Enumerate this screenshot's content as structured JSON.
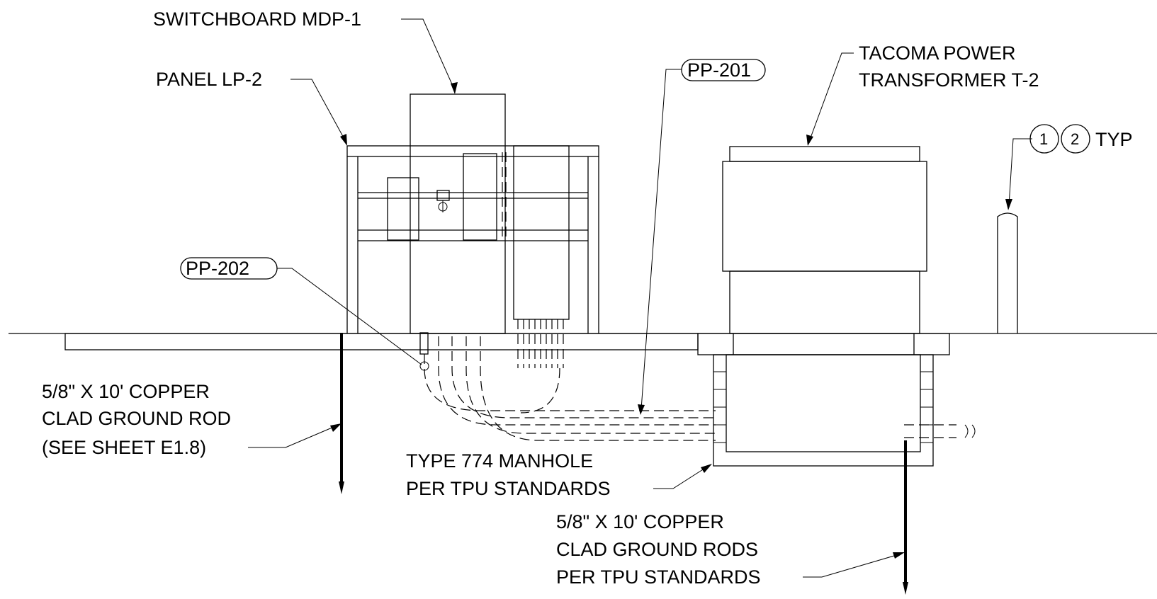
{
  "labels": {
    "switchboard": "SWITCHBOARD MDP-1",
    "panel": "PANEL LP-2",
    "pp201": "PP-201",
    "pp202": "PP-202",
    "transformer_line1": "TACOMA POWER",
    "transformer_line2": "TRANSFORMER T-2",
    "keynote_1": "1",
    "keynote_2": "2",
    "keynote_typ": "TYP",
    "rod_left_line1": "5/8\" X 10' COPPER",
    "rod_left_line2": "CLAD GROUND ROD",
    "rod_left_line3": "(SEE SHEET E1.8)",
    "manhole_line1": "TYPE 774 MANHOLE",
    "manhole_line2": "PER TPU STANDARDS",
    "rods_right_line1": "5/8\" X 10' COPPER",
    "rods_right_line2": "CLAD GROUND RODS",
    "rods_right_line3": "PER TPU STANDARDS"
  },
  "colors": {
    "ink": "#000000",
    "paper": "#ffffff"
  }
}
